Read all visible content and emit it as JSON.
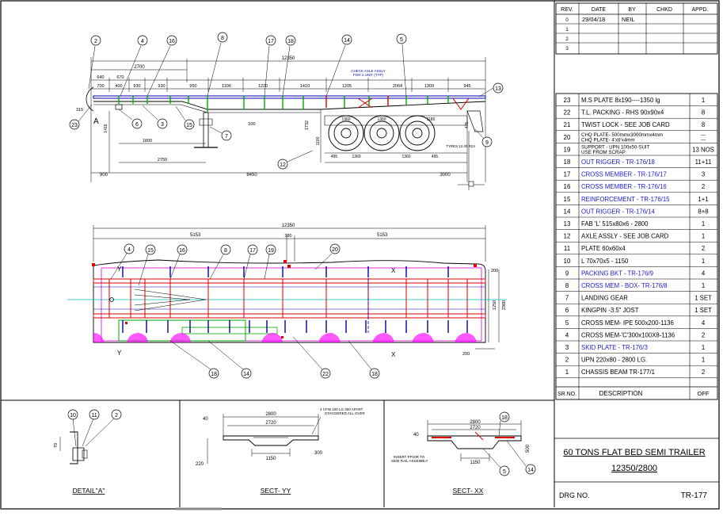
{
  "revision_table": {
    "headers": [
      "REV.",
      "DATE",
      "BY",
      "CHKD",
      "APPD."
    ],
    "rows": [
      {
        "rev": "0",
        "date": "29/04/18",
        "by": "NEIL",
        "chkd": "",
        "appd": ""
      },
      {
        "rev": "1",
        "date": "",
        "by": "",
        "chkd": "",
        "appd": ""
      },
      {
        "rev": "2",
        "date": "",
        "by": "",
        "chkd": "",
        "appd": ""
      },
      {
        "rev": "3",
        "date": "",
        "by": "",
        "chkd": "",
        "appd": ""
      }
    ]
  },
  "bom": {
    "headers": {
      "srno": "SR.NO.",
      "description": "DESCRIPTION",
      "off": "OFF"
    },
    "rows": [
      {
        "no": "23",
        "desc": "M.S PLATE 8x190----1350 lg",
        "off": "1",
        "link": false
      },
      {
        "no": "22",
        "desc": "T.L. PACKING - RHS 90x90x4",
        "off": "8",
        "link": false
      },
      {
        "no": "21",
        "desc": "TWIST LOCK - SEE JOB CARD",
        "off": "8",
        "link": false
      },
      {
        "no": "20",
        "desc": "CHQ PLATE- 500mmx3000mmx4mm",
        "desc2": "CHQ PLATE- 4'x8'x4mm",
        "off": "---",
        "off2": "---",
        "link": false
      },
      {
        "no": "19",
        "desc": "SUPPORT - UPN 100x50-SUIT",
        "desc2": "USE FROM SCRAP",
        "off": "13 NOS",
        "link": false
      },
      {
        "no": "18",
        "desc": "OUT RIGGER - TR-176/18",
        "off": "11+11",
        "link": true
      },
      {
        "no": "17",
        "desc": "CROSS MEMBER - TR-176/17",
        "off": "3",
        "link": true
      },
      {
        "no": "16",
        "desc": "CROSS MEMBER - TR-176/16",
        "off": "2",
        "link": true
      },
      {
        "no": "15",
        "desc": "REINFORCEMENT - TR-176/15",
        "off": "1+1",
        "link": true
      },
      {
        "no": "14",
        "desc": "OUT RIGGER - TR-176/14",
        "off": "8+8",
        "link": true
      },
      {
        "no": "13",
        "desc": "FAB 'L' 515x80x6 - 2800",
        "off": "1",
        "link": false
      },
      {
        "no": "12",
        "desc": "AXLE ASSLY - SEE JOB CARD",
        "off": "1",
        "link": false
      },
      {
        "no": "11",
        "desc": "PLATE 60x60x4",
        "off": "2",
        "link": false
      },
      {
        "no": "10",
        "desc": "L 70x70x5 - 1150",
        "off": "1",
        "link": false
      },
      {
        "no": "9",
        "desc": "PACKING BKT - TR-176/9",
        "off": "4",
        "link": true
      },
      {
        "no": "8",
        "desc": "CROSS MEM - BOX- TR-176/8",
        "off": "1",
        "link": true
      },
      {
        "no": "7",
        "desc": "LANDING GEAR",
        "off": "1 SET",
        "link": false
      },
      {
        "no": "6",
        "desc": "KINGPIN -3.5\" JOST",
        "off": "1 SET",
        "link": false
      },
      {
        "no": "5",
        "desc": "CROSS MEM- IPE 500x200-1136",
        "off": "4",
        "link": false
      },
      {
        "no": "4",
        "desc": "CROSS MEM-'C'300x100X8-1136",
        "off": "2",
        "link": false
      },
      {
        "no": "3",
        "desc": "SKID PLATE - TR-176/3",
        "off": "1",
        "link": true
      },
      {
        "no": "2",
        "desc": "UPN 220x80 - 2800 LG.",
        "off": "1",
        "link": false
      },
      {
        "no": "1",
        "desc": "CHASSIS BEAM TR-177/1",
        "off": "2",
        "link": false
      }
    ]
  },
  "title_block": {
    "title_line1": "60 TONS FLAT BED SEMI TRAILER",
    "title_line2": "12350/2800",
    "drg_label": "DRG NO.",
    "drg_no": "TR-177"
  },
  "detail_labels": {
    "detail_a": "DETAIL\"A\"",
    "sect_yy": "SECT- YY",
    "sect_xx": "SECT- XX"
  },
  "side_view": {
    "overall": "12350",
    "segments_top": [
      "2700",
      "640",
      "670",
      "700",
      "400",
      "930",
      "930",
      "950",
      "1106",
      "1220",
      "1410",
      "1205",
      "2064",
      "1309",
      "945"
    ],
    "lower_dims": [
      "1800",
      "2750",
      "8450",
      "900",
      "3000",
      "1732",
      "500",
      "1360",
      "1360",
      "1180",
      "495",
      "495",
      "1360",
      "1360",
      "1416",
      "315",
      "1100",
      "475"
    ],
    "balloons": [
      "2",
      "4",
      "16",
      "8",
      "17",
      "18",
      "14",
      "5",
      "13",
      "23",
      "6",
      "3",
      "15",
      "7",
      "12",
      "9"
    ],
    "section_letter": "A",
    "notes": [
      "CHECK AXLE ASSLY",
      "FOR 1 UNIT (TYP)",
      "TYRES 12.00 R24"
    ]
  },
  "plan_view": {
    "overall": "12350",
    "half_left": "5153",
    "half_right": "5153",
    "mid": "380",
    "right_dims": [
      "200",
      "1250",
      "2360",
      "200"
    ],
    "balloons_top": [
      "4",
      "15",
      "16",
      "8",
      "17",
      "19",
      "20"
    ],
    "balloons_bottom": [
      "18",
      "14",
      "22",
      "18"
    ],
    "section_marks": [
      "Y",
      "Y",
      "X",
      "X"
    ]
  },
  "sections": {
    "detail_a_balloons": [
      "10",
      "11",
      "2"
    ],
    "detail_a_dims": [
      "70"
    ],
    "yy_dims": [
      "40",
      "2800",
      "2720",
      "1150",
      "300",
      "220"
    ],
    "yy_note1": "4 CFW 100 LG 300 APART",
    "yy_note2": "STAGGERED ALL OVER",
    "xx_dims": [
      "40",
      "2800",
      "2720",
      "1150",
      "500"
    ],
    "xx_note1": "INSERT PP10R TO",
    "xx_note2": "SIDE RAIL ASSEMBLY",
    "xx_balloons": [
      "18",
      "5",
      "14"
    ]
  }
}
